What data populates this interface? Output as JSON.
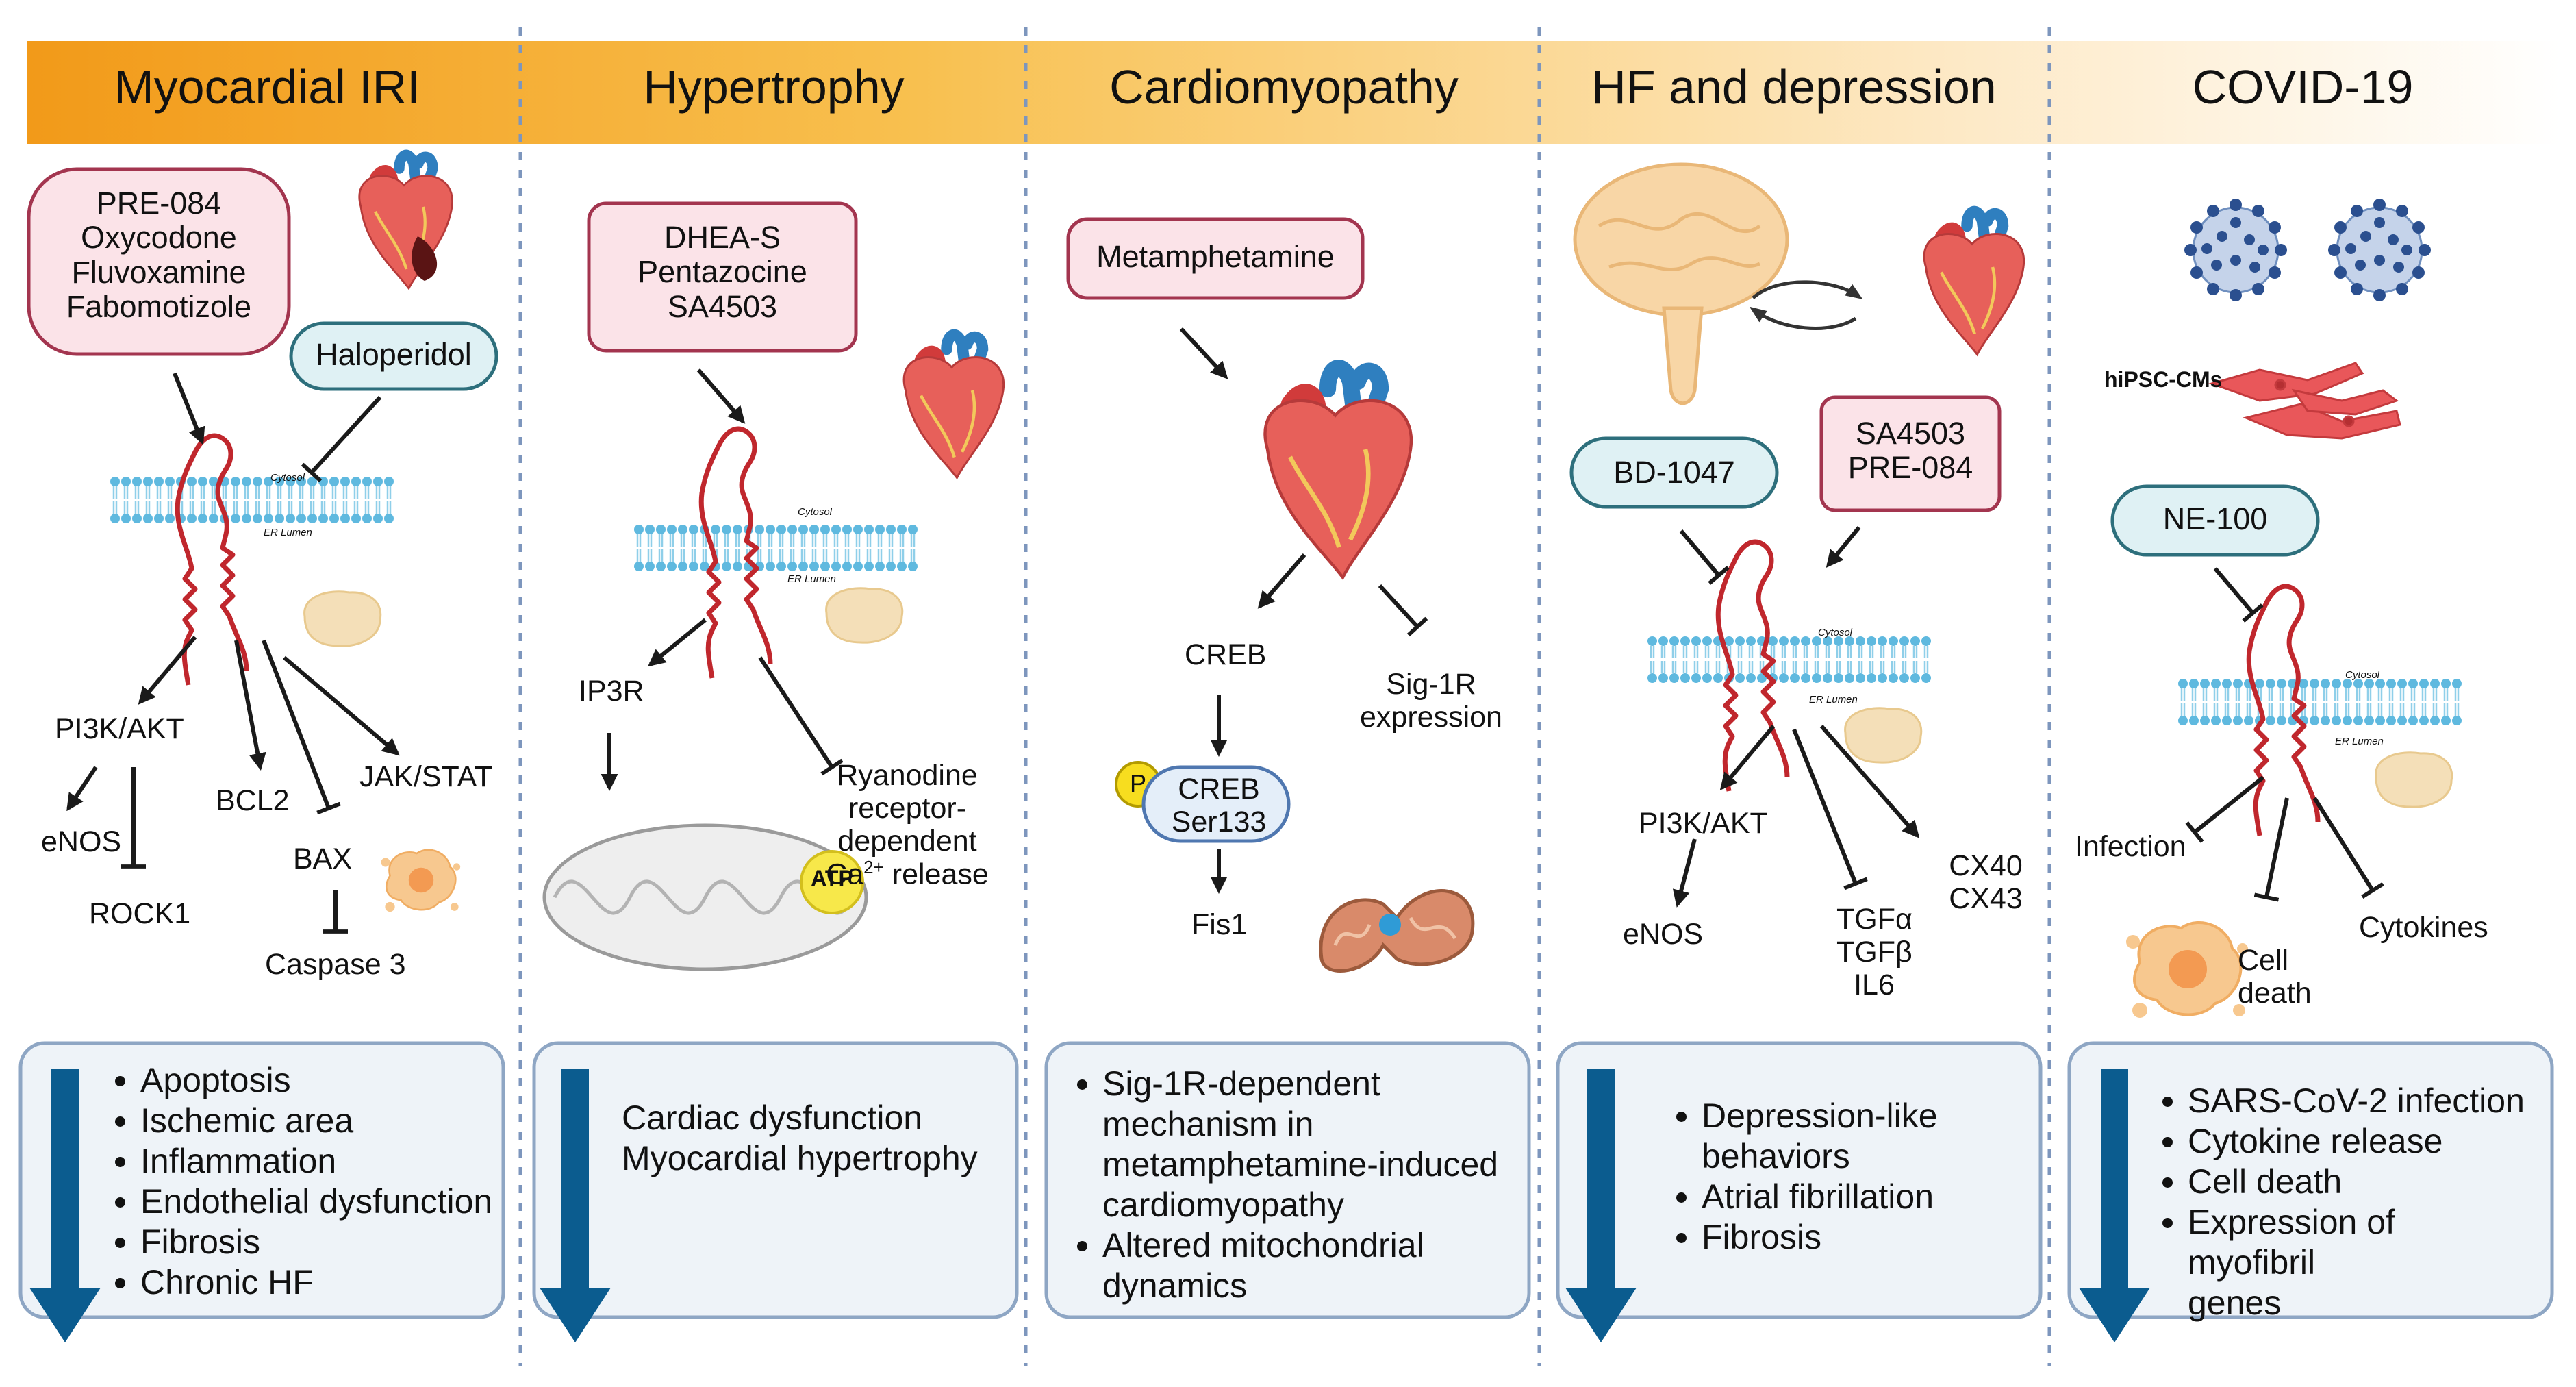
{
  "colors": {
    "header_gradient": [
      "#f29a19",
      "#f8c04f",
      "#fde8c3",
      "#ffffff"
    ],
    "agonist_fill": "#fbe3e8",
    "agonist_border": "#a3354f",
    "antagonist_fill": "#dff1f4",
    "antagonist_border": "#2d6f7c",
    "outcome_fill": "#eef3f8",
    "outcome_border": "#8ea6c4",
    "down_arrow": "#0b5c8f",
    "divider": "#7d96bd",
    "receptor": "#c0272d",
    "membrane": "#3fa9d6"
  },
  "panels": [
    {
      "title": "Myocardial IRI",
      "agonists": [
        "PRE-084",
        "Oxycodone",
        "Fluvoxamine",
        "Fabomotizole"
      ],
      "antagonists": [
        "Haloperidol"
      ],
      "pathway": [
        "PI3K/AKT",
        "eNOS",
        "ROCK1",
        "BCL2",
        "BAX",
        "Caspase 3",
        "JAK/STAT"
      ],
      "membrane_labels": [
        "Cytosol",
        "ER Lumen"
      ],
      "outcomes": [
        "Apoptosis",
        "Ischemic area",
        "Inflammation",
        "Endothelial dysfunction",
        "Fibrosis",
        "Chronic HF"
      ]
    },
    {
      "title": "Hypertrophy",
      "agonists": [
        "DHEA-S",
        "Pentazocine",
        "SA4503"
      ],
      "pathway": [
        "IP3R",
        "Ryanodine",
        "receptor-",
        "dependent",
        "Ca",
        "2+",
        " release",
        "ATP"
      ],
      "membrane_labels": [
        "Cytosol",
        "ER Lumen"
      ],
      "outcomes": [
        "Cardiac dysfunction",
        "Myocardial hypertrophy"
      ]
    },
    {
      "title": "Cardiomyopathy",
      "agonists": [
        "Metamphetamine"
      ],
      "pathway": [
        "CREB",
        "Sig-1R",
        "expression",
        "P",
        "CREB",
        "Ser133",
        "Fis1"
      ],
      "outcomes": [
        "Sig-1R-dependent mechanism in metamphetamine-induced cardiomyopathy",
        "Altered mitochondrial dynamics"
      ]
    },
    {
      "title": "HF and depression",
      "agonists": [
        "SA4503",
        "PRE-084"
      ],
      "antagonists": [
        "BD-1047"
      ],
      "pathway": [
        "PI3K/AKT",
        "eNOS",
        "TGFα",
        "TGFβ",
        "IL6",
        "CX40",
        "CX43"
      ],
      "membrane_labels": [
        "Cytosol",
        "ER Lumen"
      ],
      "outcomes": [
        "Depression-like behaviors",
        "Atrial fibrillation",
        "Fibrosis"
      ]
    },
    {
      "title": "COVID-19",
      "antagonists": [
        "NE-100"
      ],
      "cells_label": "hiPSC-CMs",
      "pathway": [
        "Infection",
        "Cell",
        "death",
        "Cytokines"
      ],
      "membrane_labels": [
        "Cytosol",
        "ER Lumen"
      ],
      "outcomes": [
        "SARS-CoV-2 infection",
        "Cytokine release",
        "Cell death",
        "Expression of myofibril genes"
      ]
    }
  ]
}
